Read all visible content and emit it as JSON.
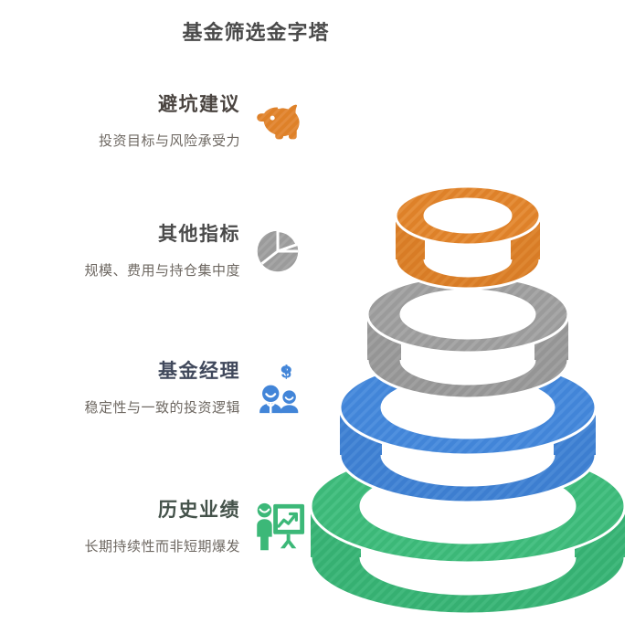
{
  "title": "基金筛选金字塔",
  "title_color": "#4a4a4a",
  "background": "#ffffff",
  "levels": [
    {
      "heading": "避坑建议",
      "subtitle": "投资目标与风险承受力",
      "icon": "piggy-bank-icon",
      "color": "#de8129",
      "heading_color": "#4a4440",
      "ring_order": 1
    },
    {
      "heading": "其他指标",
      "subtitle": "规模、费用与持仓集中度",
      "icon": "pie-chart-icon",
      "color": "#9b9b9b",
      "heading_color": "#4a4a4a",
      "ring_order": 2
    },
    {
      "heading": "基金经理",
      "subtitle": "稳定性与一致的投资逻辑",
      "icon": "people-money-icon",
      "color": "#4285d8",
      "heading_color": "#41495c",
      "ring_order": 3
    },
    {
      "heading": "历史业绩",
      "subtitle": "长期持续性而非短期爆发",
      "icon": "presentation-growth-icon",
      "color": "#3cb878",
      "heading_color": "#44524a",
      "ring_order": 4
    }
  ],
  "chart_data": {
    "type": "pie",
    "title": "基金筛选金字塔",
    "categories": [
      "避坑建议",
      "其他指标",
      "基金经理",
      "历史业绩"
    ],
    "values": [
      1,
      2,
      3,
      4
    ],
    "series": [
      {
        "name": "ring-width",
        "values": [
          1,
          2,
          3,
          4
        ]
      }
    ],
    "legend": [
      "避坑建议",
      "其他指标",
      "基金经理",
      "历史业绩"
    ],
    "annotations": [
      "投资目标与风险承受力",
      "规模、费用与持仓集中度",
      "稳定性与一致的投资逻辑",
      "长期持续性而非短期爆发"
    ],
    "colors": [
      "#de8129",
      "#9b9b9b",
      "#4285d8",
      "#3cb878"
    ],
    "xlabel": "",
    "ylabel": "",
    "grid": false,
    "legend_position": "left"
  }
}
